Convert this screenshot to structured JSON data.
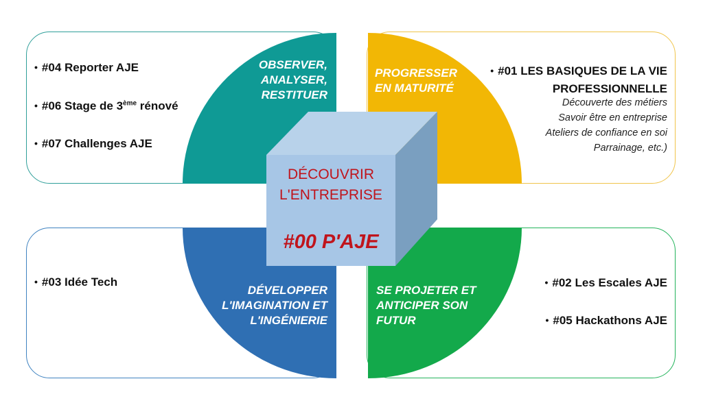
{
  "center": {
    "title_line1": "DÉCOUVRIR",
    "title_line2": "L'ENTREPRISE",
    "code": "#00 P'AJE"
  },
  "quadrants": {
    "top_left": {
      "label_lines": [
        "OBSERVER,",
        "ANALYSER,",
        "RESTITUER"
      ],
      "color": "#0f9a95",
      "items": [
        "#04 Reporter AJE",
        "#06 Stage de 3",
        "#07 Challenges AJE"
      ],
      "item2_sup": "ème",
      "item2_suffix": " rénové"
    },
    "top_right": {
      "label_lines": [
        "PROGRESSER",
        "EN MATURITÉ"
      ],
      "color": "#f2b705",
      "heading_lines": [
        "#01 LES BASIQUES DE LA VIE",
        "PROFESSIONNELLE"
      ],
      "sub_items": [
        "Découverte des métiers",
        "Savoir être en entreprise",
        "Ateliers de confiance en soi",
        "Parrainage, etc.)"
      ]
    },
    "bottom_left": {
      "label_lines": [
        "DÉVELOPPER",
        "L'IMAGINATION ET",
        "L'INGÉNIERIE"
      ],
      "color": "#2f6fb3",
      "items": [
        "#03 Idée Tech"
      ]
    },
    "bottom_right": {
      "label_lines": [
        "SE PROJETER ET",
        "ANTICIPER SON",
        "FUTUR"
      ],
      "color": "#13a94b",
      "items": [
        "#02 Les Escales AJE",
        "#05 Hackathons AJE"
      ]
    }
  },
  "bullet_char": "•"
}
